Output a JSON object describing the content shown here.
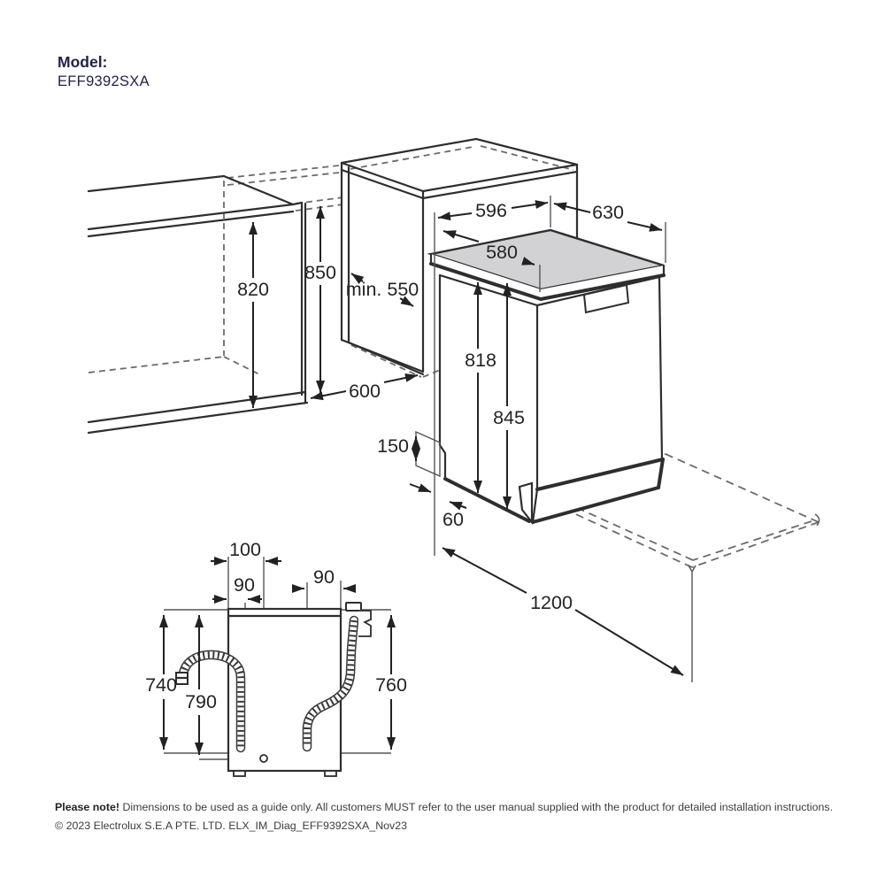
{
  "header": {
    "model_label": "Model:",
    "model_number": "EFF9392SXA"
  },
  "installation_view": {
    "dim_top_width": "596",
    "dim_depth": "630",
    "dim_top_depth": "580",
    "dim_cabinet_opening_height": "820",
    "dim_worktop_height": "850",
    "dim_niche_depth": "min. 550",
    "dim_cabinet_width": "600",
    "dim_height_without_worktop": "818",
    "dim_height_with_worktop": "845",
    "dim_plinth_height": "150",
    "dim_plinth_recess": "60",
    "dim_door_open_clearance": "1200"
  },
  "hose_view": {
    "dim_drain_outlet_offset": "100",
    "dim_drain_hose_offset": "90",
    "dim_inlet_hose_offset": "90",
    "dim_drain_hose_height": "740",
    "dim_drain_outlet_height": "790",
    "dim_inlet_hose_height": "760"
  },
  "footer": {
    "note_label": "Please note!",
    "note_text": " Dimensions to be used as a guide only. All customers MUST refer to the user manual supplied with the product for detailed installation instructions.",
    "copyright": "© 2023 Electrolux S.E.A PTE. LTD. ELX_IM_Diag_EFF9392SXA_Nov23"
  },
  "colors": {
    "ink": "#2e2e2e",
    "accent_text": "#23214f",
    "worktop_fill": "#d2d2d4",
    "dash": "#6b6b6b"
  }
}
